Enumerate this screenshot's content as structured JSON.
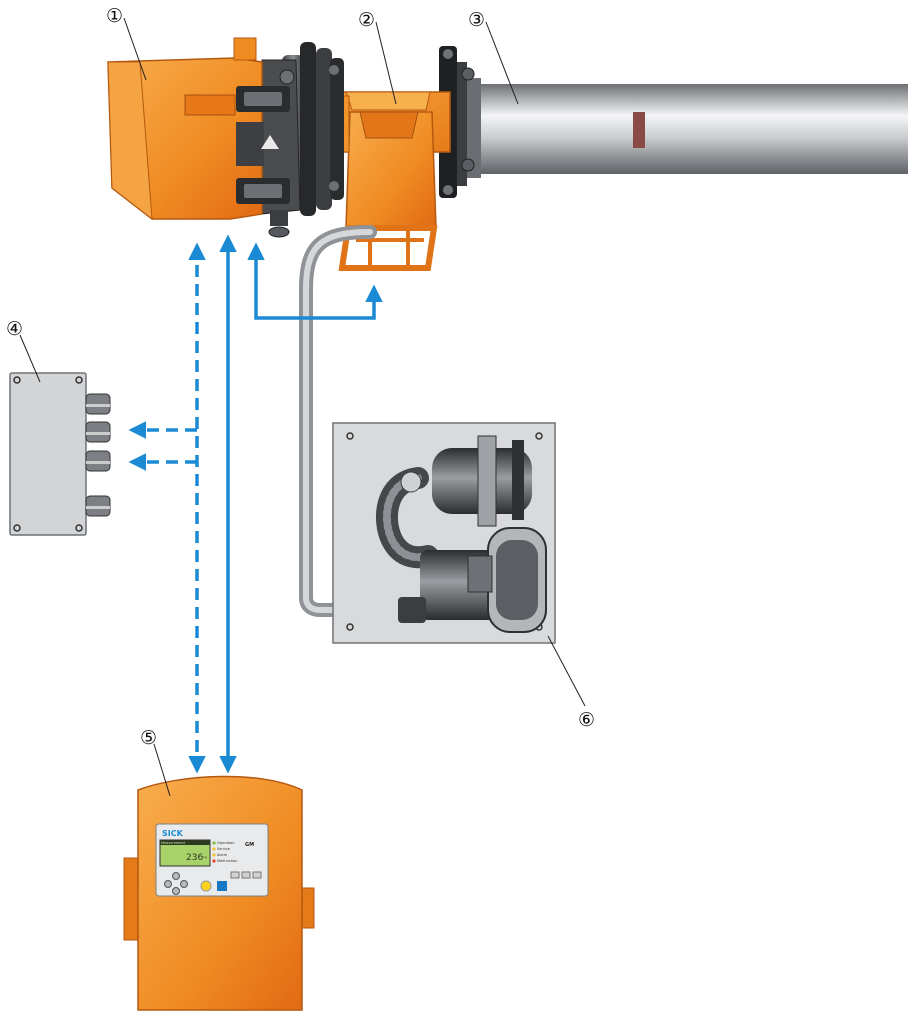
{
  "callouts": [
    {
      "id": "1",
      "label": "①"
    },
    {
      "id": "2",
      "label": "②"
    },
    {
      "id": "3",
      "label": "③"
    },
    {
      "id": "4",
      "label": "④"
    },
    {
      "id": "5",
      "label": "⑤"
    },
    {
      "id": "6",
      "label": "⑥"
    }
  ],
  "display": {
    "logo": "SICK",
    "title_bar": "Measurement",
    "value": "236",
    "unit": "mg",
    "status_items": [
      "Operation",
      "Service",
      "Alarm",
      "Malfunction"
    ],
    "device_label": "GM"
  },
  "colors": {
    "housing_orange": "#f39a2c",
    "housing_dark": "#d9701a",
    "arrow_blue": "#1a8ad4",
    "pipe_gray": "#b9bcc0",
    "box_gray": "#d2d4d6",
    "plate_gray": "#d8dadc",
    "lcd_green": "#a8d26a"
  },
  "icons": [
    "orange-sender-receiver-unit",
    "purge-air-fixture",
    "measuring-duct",
    "junction-box",
    "control-unit",
    "purge-air-blower"
  ]
}
